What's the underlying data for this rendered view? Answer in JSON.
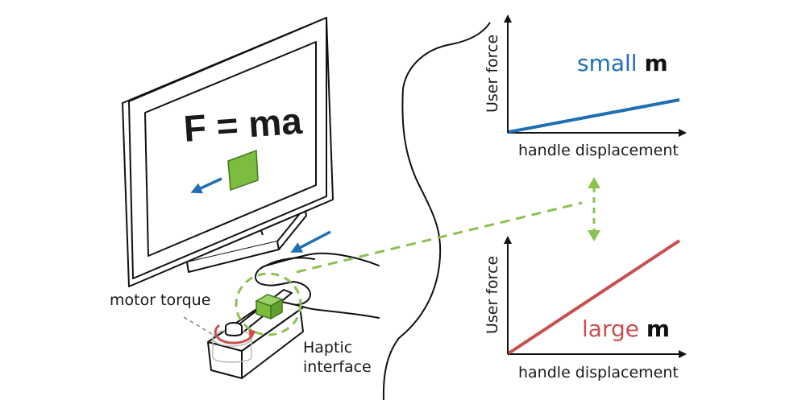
{
  "screen": {
    "formula": "F = ma"
  },
  "annotations": {
    "motor_torque": "motor torque",
    "haptic_line1": "Haptic",
    "haptic_line2": "interface"
  },
  "colors": {
    "blue": "#1f6fb2",
    "red": "#c7504f",
    "green_block": "#7cbd3f",
    "green_dashed": "#8cc152"
  },
  "plots": {
    "top": {
      "series_label_word": "small",
      "series_label_symbol": "m",
      "ylabel": "User force",
      "xlabel": "handle displacement"
    },
    "bottom": {
      "series_label_word": "large",
      "series_label_symbol": "m",
      "ylabel": "User force",
      "xlabel": "handle displacement"
    }
  }
}
